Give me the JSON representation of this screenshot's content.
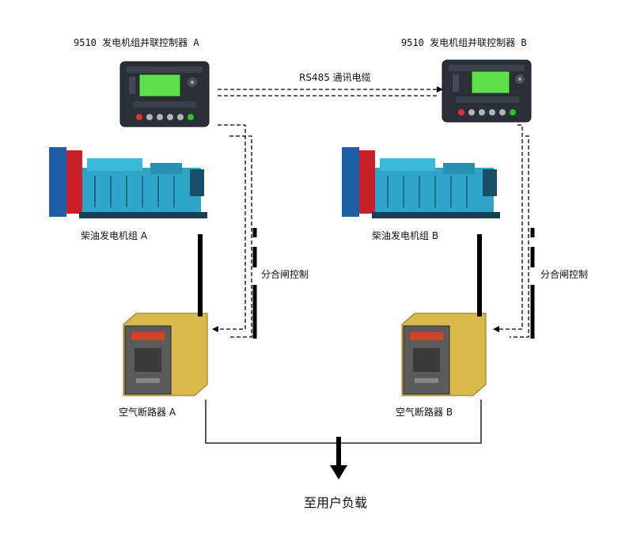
{
  "labels": {
    "controller_a": "9510 发电机组并联控制器 A",
    "controller_b": "9510 发电机组并联控制器 B",
    "rs485": "RS485 通讯电缆",
    "generator_a": "柴油发电机组 A",
    "generator_b": "柴油发电机组 B",
    "switch_control_a": "分合闸控制",
    "switch_control_b": "分合闸控制",
    "breaker_a": "空气断路器 A",
    "breaker_b": "空气断路器 B",
    "load": "至用户负载"
  },
  "colors": {
    "controller_body": "#2b2f38",
    "controller_screen": "#5fe04a",
    "generator_body": "#2fa6c9",
    "generator_frame": "#1f5fa8",
    "generator_red": "#c8202a",
    "breaker_body": "#d8b94a",
    "breaker_front": "#4a4a4a",
    "breaker_stripe": "#d8402a"
  }
}
